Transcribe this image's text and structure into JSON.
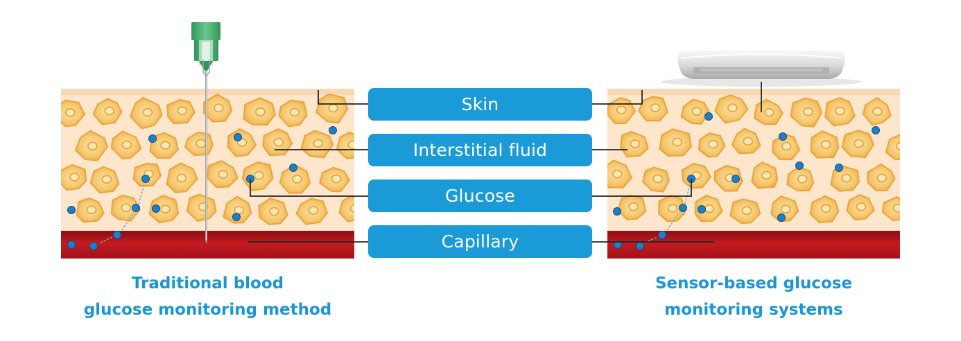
{
  "labels": {
    "skin": "Skin",
    "interstitial_fluid": "Interstitial fluid",
    "glucose": "Glucose",
    "capillary": "Capillary"
  },
  "captions": {
    "left_line1": "Traditional blood",
    "left_line2": "glucose monitoring method",
    "right_line1": "Sensor-based glucose",
    "right_line2": "monitoring systems"
  },
  "colors": {
    "skin": "#fde6cc",
    "cell_outer": "#f1b94b",
    "cell_inner": "#fbdc98",
    "glucose_dot": "#1f7fc4",
    "capillary": "#b8131b",
    "label_bg": "#1a9ad6",
    "caption_text": "#1d95d2",
    "needle_hub": "#3fae6d"
  },
  "icons": {
    "left_device": "needle-icon",
    "right_device": "sensor-icon"
  }
}
